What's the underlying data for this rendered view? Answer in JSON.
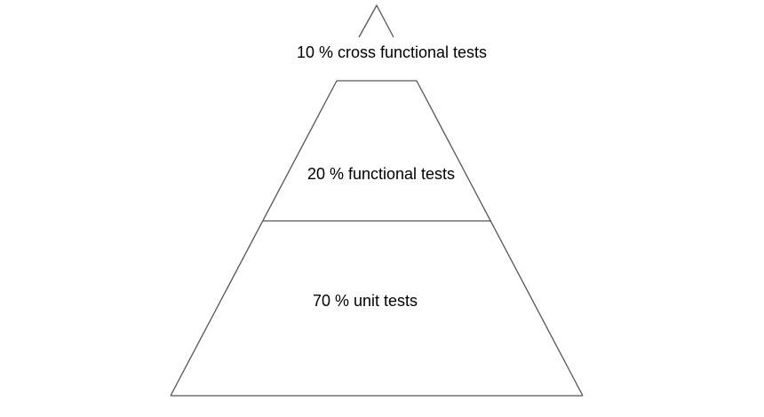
{
  "diagram": {
    "tiers": [
      {
        "label": "10 % cross functional tests"
      },
      {
        "label": "20 % functional tests"
      },
      {
        "label": "70 % unit tests"
      }
    ],
    "colors": {
      "line": "#555555",
      "text": "#000000",
      "background": "#ffffff"
    }
  }
}
